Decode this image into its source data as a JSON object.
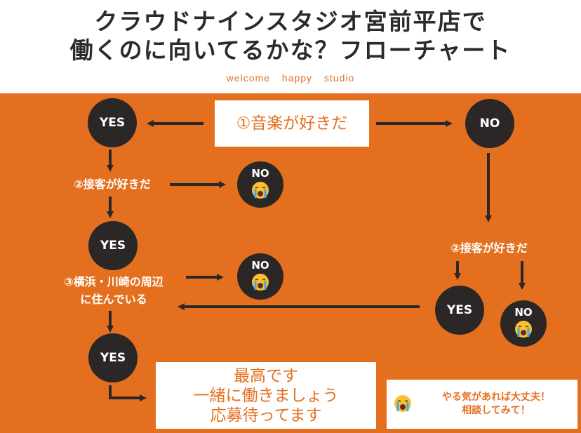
{
  "title": {
    "line1": "クラウドナインスタジオ宮前平店で",
    "line2": "働くのに向いてるかな？フローチャート"
  },
  "subtitle": "welcome happy studio",
  "nodes": {
    "q1": "①音楽が好きだ",
    "q2_left": "②接客が好きだ",
    "q2_right": "②接客が好きだ",
    "q3_line1": "③横浜・川崎の周辺",
    "q3_line2": "に住んでいる",
    "yes_label": "YES",
    "no_label": "NO"
  },
  "final_box": {
    "line1": "最高です",
    "line2": "一緒に働きましょう",
    "line3": "応募待ってます"
  },
  "note_box": {
    "line1": "やる気があれば大丈夫！",
    "line2": "相談してみて！"
  },
  "icons": {
    "crying_face": "crying-face-icon"
  },
  "colors": {
    "panel": "#e4701f",
    "node": "#2b2727",
    "accent": "#e4701f"
  }
}
